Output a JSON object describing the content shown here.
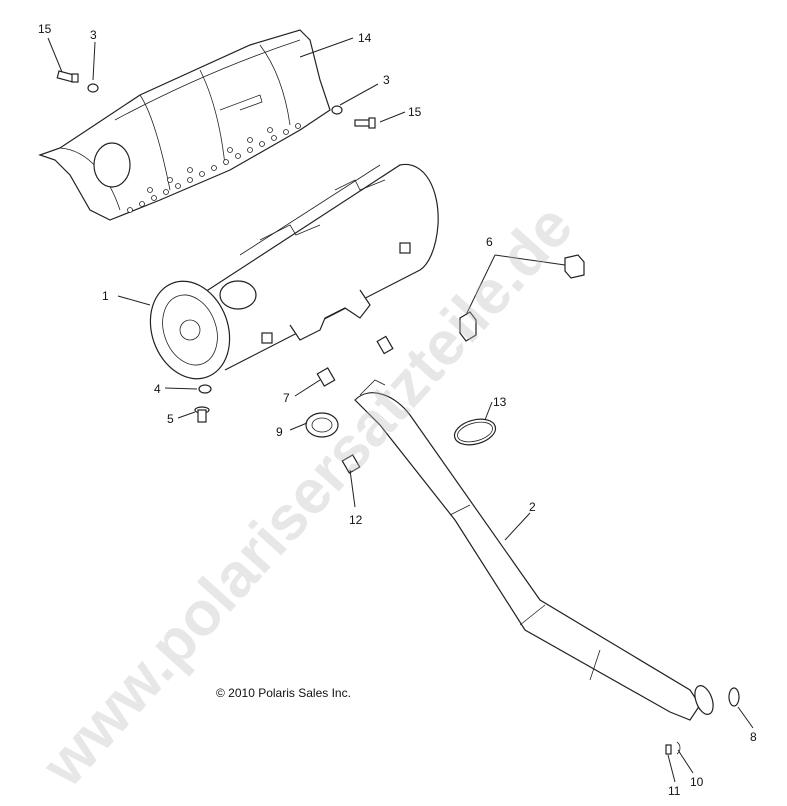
{
  "watermark": "www.polarisersatzteile.de",
  "copyright": "© 2010 Polaris Sales Inc.",
  "callouts": {
    "c15a": "15",
    "c3a": "3",
    "c14": "14",
    "c3b": "3",
    "c15b": "15",
    "c6": "6",
    "c1": "1",
    "c4": "4",
    "c5": "5",
    "c7": "7",
    "c9": "9",
    "c13": "13",
    "c12": "12",
    "c2": "2",
    "c8": "8",
    "c10": "10",
    "c11": "11"
  },
  "colors": {
    "line": "#222222",
    "watermark": "#bbbbbb",
    "background": "#ffffff"
  }
}
